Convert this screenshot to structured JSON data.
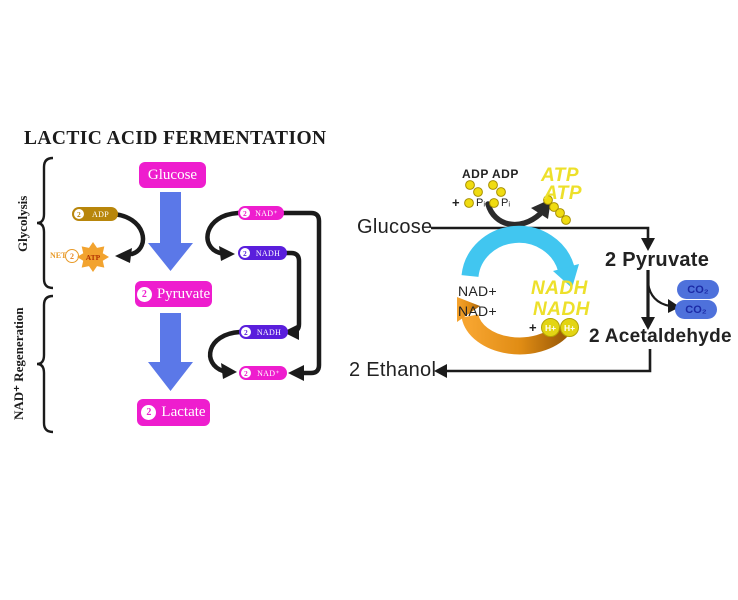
{
  "colors": {
    "magenta": "#EE1DCE",
    "purple": "#5A1EDC",
    "gold": "#B8860B",
    "orange_star": "#F2A32F",
    "blue_arrow": "#5B78E8",
    "cyan_arrow": "#41C6F0",
    "orange_arrow": "#F0971F",
    "yellow_text": "#EDE02A",
    "yellow_dot": "#F0DC10",
    "co2_blue": "#4E71DB",
    "line_black": "#1b1b1b"
  },
  "left": {
    "title": "LACTIC ACID FERMENTATION",
    "section1": "Glycolysis",
    "section2": "NAD⁺ Regeneration",
    "glucose": "Glucose",
    "adp": {
      "count": "2",
      "label": "ADP"
    },
    "atp": {
      "prefix": "NET",
      "count": "2",
      "label": "ATP"
    },
    "nad_top": {
      "count": "2",
      "label": "NAD⁺"
    },
    "nadh_top": {
      "count": "2",
      "label": "NADH"
    },
    "pyruvate": {
      "count": "2",
      "label": "Pyruvate"
    },
    "nadh_bottom": {
      "count": "2",
      "label": "NADH"
    },
    "nad_bottom": {
      "count": "2",
      "label": "NAD⁺"
    },
    "lactate": {
      "count": "2",
      "label": "Lactate"
    }
  },
  "right": {
    "glucose": "Glucose",
    "adp_pair": "ADP ADP",
    "plus1": "+",
    "pi1": "Pᵢ",
    "pi2": "Pᵢ",
    "atp1": "ATP",
    "atp2": "ATP",
    "pyruvate": "2 Pyruvate",
    "co2_1": "CO₂",
    "co2_2": "CO₂",
    "acetaldehyde": "2 Acetaldehyde",
    "ethanol": "2 Ethanol",
    "nad1": "NAD+",
    "nad2": "NAD+",
    "nadh1": "NADH",
    "nadh2": "NADH",
    "plus2": "+",
    "h1": "H+",
    "h2": "H+"
  }
}
